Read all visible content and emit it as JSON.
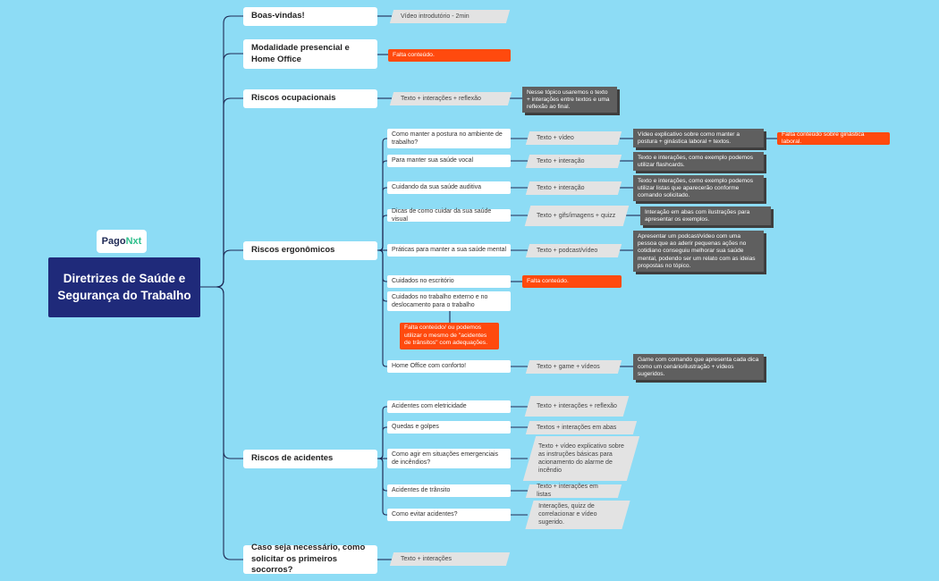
{
  "logo": {
    "text_main": "Pago",
    "text_accent": "Nxt"
  },
  "root": {
    "title": "Diretrizes de Saúde e Segurança do Trabalho"
  },
  "topics": {
    "t1": "Boas-vindas!",
    "t2": "Modalidade presencial e Home Office",
    "t3": "Riscos ocupacionais",
    "t4": "Riscos ergonômicos",
    "t5": "Riscos de acidentes",
    "t6": "Caso seja necessário, como solicitar os primeiros socorros?"
  },
  "subtopics": {
    "e1": "Como manter a postura no ambiente de trabalho?",
    "e2": "Para manter sua saúde vocal",
    "e3": "Cuidando da sua saúde auditiva",
    "e4": "Dicas de como cuidar da sua saúde visual",
    "e5": "Práticas para manter a sua saúde mental",
    "e6": "Cuidados no escritório",
    "e7": "Cuidados no trabalho externo e no deslocamento para o trabalho",
    "e8": "Home Office com conforto!",
    "a1": "Acidentes com eletricidade",
    "a2": "Quedas e golpes",
    "a3": "Como agir em situações emergenciais de incêndios?",
    "a4": "Acidentes de trânsito",
    "a5": "Como evitar acidentes?"
  },
  "formats": {
    "t1": "Vídeo introdutório - 2min",
    "t3": "Texto + interações + reflexão",
    "t6": "Texto + interações",
    "e1": "Texto + vídeo",
    "e2": "Texto + interação",
    "e3": "Texto + interação",
    "e4": "Texto + gifs/imagens + quizz",
    "e5": "Texto + podcast/vídeo",
    "e8": "Texto + game + vídeos",
    "a1": "Texto + interações + reflexão",
    "a2": "Textos + interações em abas",
    "a3": "Texto + vídeo explicativo sobre as instruções básicas para acionamento do alarme de incêndio",
    "a4": "Texto + interações em listas",
    "a5": "Interações, quizz de correlacionar e vídeo sugerido."
  },
  "notes": {
    "t3": "Nesse tópico usaremos o texto + interações entre textos e uma reflexão ao final.",
    "e1": "Vídeo explicativo sobre como manter a postura + ginástica laboral + textos.",
    "e2": "Texto e interações, como exemplo podemos utilizar flashcards.",
    "e3": "Texto e interações, como exemplo podemos utilizar listas que aparecerão conforme comando solicitado.",
    "e4": "Interação em abas com ilustrações para apresentar os exemplos.",
    "e5": "Apresentar um podcast/vídeo com uma pessoa que ao aderir pequenas ações no cotidiano conseguiu melhorar sua saúde mental, podendo ser um relato com as ideias propostas no tópico.",
    "e8": "Game com comando que apresenta cada dica como um cenário/ilustração + vídeos sugeridos."
  },
  "alerts": {
    "t2": "Falta conteúdo.",
    "e1": "Falta conteúdo sobre ginástica laboral.",
    "e6": "Falta conteúdo.",
    "e7": "Falta conteúdo/ ou podemos utilizar o mesmo de \"acidentes de trânsitos\" com adequações."
  },
  "colors": {
    "background": "#8ddcf5",
    "root": "#1f2a7a",
    "connector": "#1f2a55",
    "alert": "#ff4a0e",
    "note": "#5f5f5f",
    "format": "#e3e3e3",
    "logo_accent": "#2fbf8c"
  }
}
